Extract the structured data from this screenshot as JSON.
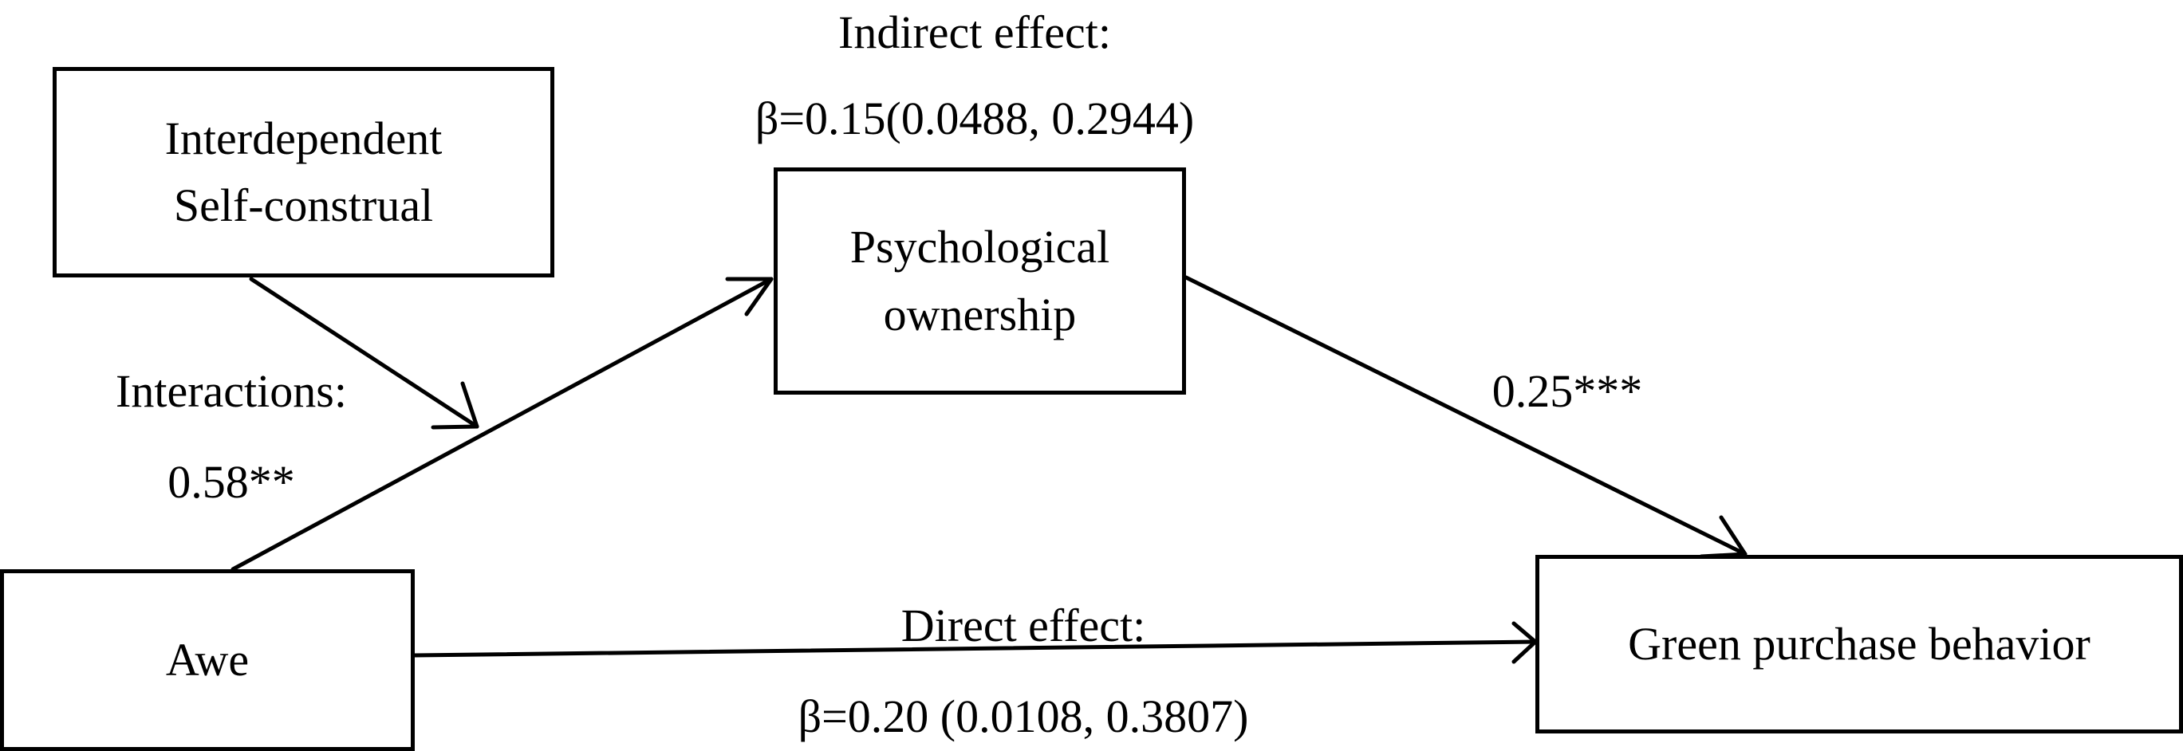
{
  "nodes": {
    "moderator": {
      "line1": "Interdependent",
      "line2": "Self-construal"
    },
    "mediator": {
      "line1": "Psychological",
      "line2": "ownership"
    },
    "independent": {
      "label": "Awe"
    },
    "dependent": {
      "label": "Green purchase behavior"
    }
  },
  "labels": {
    "indirect_title": "Indirect effect:",
    "indirect_value": "β=0.15(0.0488, 0.2944)",
    "interactions_title": "Interactions:",
    "interactions_value": "0.58**",
    "mediator_to_dv": "0.25***",
    "direct_title": "Direct effect:",
    "direct_value": "β=0.20 (0.0108, 0.3807)"
  }
}
